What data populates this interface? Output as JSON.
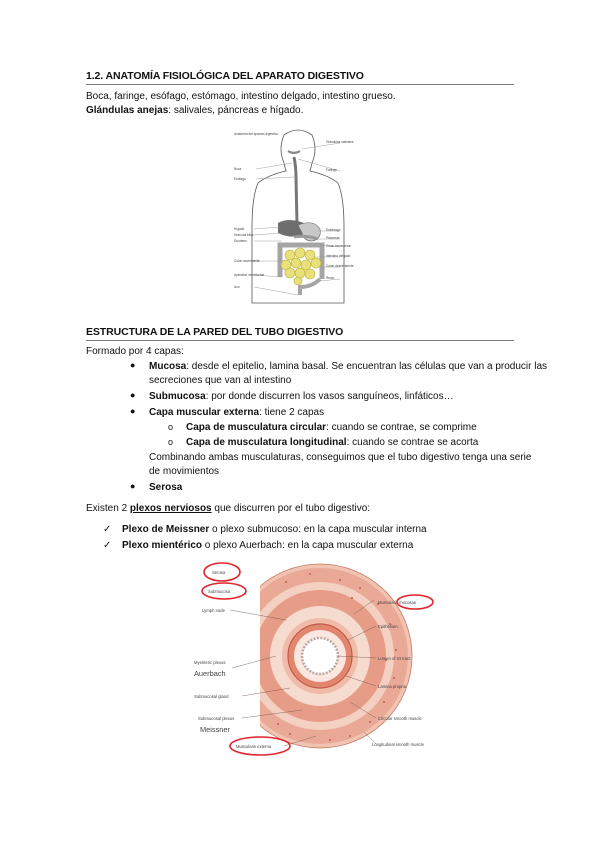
{
  "section1": {
    "heading": "1.2. ANATOMÍA FISIOLÓGICA DEL APARATO DIGESTIVO",
    "line1": "Boca, faringe, esófago, estómago, intestino delgado, intestino grueso.",
    "line2_bold": "Glándulas anejas",
    "line2_rest": ": salivales, páncreas e hígado."
  },
  "figure1": {
    "labels_left": [
      "Anatomía del aparato digestivo.",
      "Boca",
      "Esófago",
      "Hígado",
      "Vesícula biliar",
      "Duodeno",
      "Colon ascendente",
      "Apéndice vermiforme",
      "Ano"
    ],
    "labels_right": [
      "Glándulas salivales",
      "Faringe",
      "Estómago",
      "Páncreas",
      "Colon transversal",
      "Intestino delgado",
      "Colon descendente",
      "Recto"
    ]
  },
  "section2": {
    "heading": "ESTRUCTURA DE LA PARED DEL TUBO DIGESTIVO",
    "intro": "Formado por 4 capas:",
    "mucosa_b": "Mucosa",
    "mucosa_1": ": desde el epitelio, lamina basal. Se encuentran las células que van a producir las",
    "mucosa_2": "secreciones que van al intestino",
    "submucosa_b": "Submucosa",
    "submucosa_rest": ": por donde discurren los vasos sanguíneos, linfáticos…",
    "muscular_b": "Capa muscular externa",
    "muscular_rest": ": tiene 2 capas",
    "circular_b": "Capa de musculatura circular",
    "circular_rest": ": cuando se contrae, se comprime",
    "long_b": "Capa de musculatura longitudinal",
    "long_rest": ": cuando se contrae se acorta",
    "combine_1": "Combinando ambas musculaturas, conseguimos que el tubo digestivo tenga una serie",
    "combine_2": "de movimientos",
    "serosa_b": "Serosa",
    "plexos_pre": "Existen 2 ",
    "plexos_u": "plexos nerviosos",
    "plexos_post": " que discurren por el tubo digestivo:",
    "check_mark": "✓",
    "meissner_b": "Plexo de Meissner",
    "meissner_rest": " o plexo submucoso: en la capa muscular interna",
    "auer_b": "Plexo mientérico",
    "auer_rest": " o plexo Auerbach: en la capa muscular externa"
  },
  "figure2": {
    "serosa": "Serosa",
    "submucosa": "Submucosa",
    "lymph": "Lymph node",
    "myenteric": "Myenteric plexus",
    "auerbach": "Auerbach",
    "gland": "Submucosal gland",
    "submucosal_plexus": "Submucosal plexus",
    "meissner": "Meissner",
    "muscularis_externa": "Muscularis externa",
    "muscularis_mucosae": "Muscularis mucosae",
    "epithelium": "Epithelium",
    "lumen": "Lumen of GI tract",
    "lamina": "Lamina propria",
    "circular": "Circular smooth muscle",
    "longitudinal": "Longitudinal smooth muscle"
  }
}
